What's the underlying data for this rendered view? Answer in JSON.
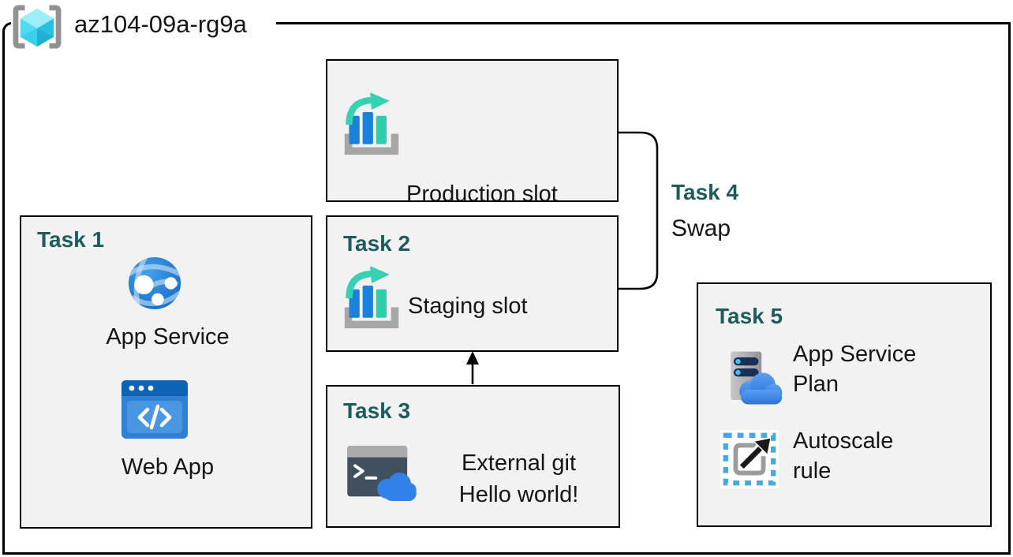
{
  "resource_group": {
    "name": "az104-09a-rg9a"
  },
  "colors": {
    "heading": "#1e5c5c",
    "box_fill": "#f2f2f2",
    "border": "#000000"
  },
  "production_slot": {
    "label": "Production slot"
  },
  "task1": {
    "title": "Task 1",
    "app_service_label": "App Service",
    "web_app_label": "Web App"
  },
  "task2": {
    "title": "Task 2",
    "label": "Staging slot"
  },
  "task3": {
    "title": "Task 3",
    "line1": "External git",
    "line2": "Hello world!"
  },
  "task4": {
    "title": "Task 4",
    "label": "Swap"
  },
  "task5": {
    "title": "Task 5",
    "app_service_plan_label": "App Service Plan",
    "autoscale_label": "Autoscale rule"
  },
  "icons": {
    "resource_group": "resource-group-icon",
    "deployment_slot": "deployment-slot-icon",
    "app_service": "app-service-icon",
    "web_app": "web-app-icon",
    "cloud_shell": "cloud-shell-icon",
    "app_service_plan": "app-service-plan-icon",
    "autoscale": "autoscale-rule-icon"
  }
}
